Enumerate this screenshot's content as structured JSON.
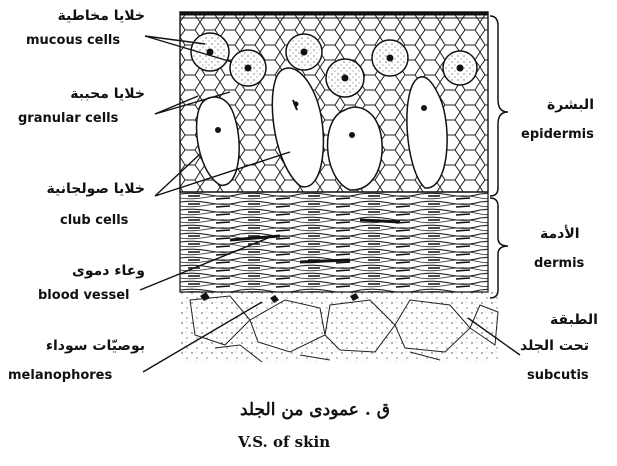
{
  "labels_left": [
    {
      "ar": "خلايا مخاطية",
      "en": "mucous cells"
    },
    {
      "ar": "خلايا محببة",
      "en": "granular cells"
    },
    {
      "ar": "خلايا صولجانية",
      "en": "club cells"
    },
    {
      "ar": "وعاء دموى",
      "en": "blood vessel"
    },
    {
      "ar": "بوصيّات سوداء",
      "en": "melanophores"
    }
  ],
  "labels_right": [
    {
      "ar": "البشرة",
      "en": "epidermis"
    },
    {
      "ar": "الأدمة",
      "en": "dermis"
    },
    {
      "ar": "الطبقة",
      "ar2": "تحت الجلد",
      "en": "subcutis"
    }
  ],
  "caption": {
    "ar": "ق . عمودى من الجلد",
    "en": "V.S. of skin"
  },
  "colors": {
    "ink": "#111111",
    "paper": "#ffffff",
    "stipple": "#333333"
  }
}
